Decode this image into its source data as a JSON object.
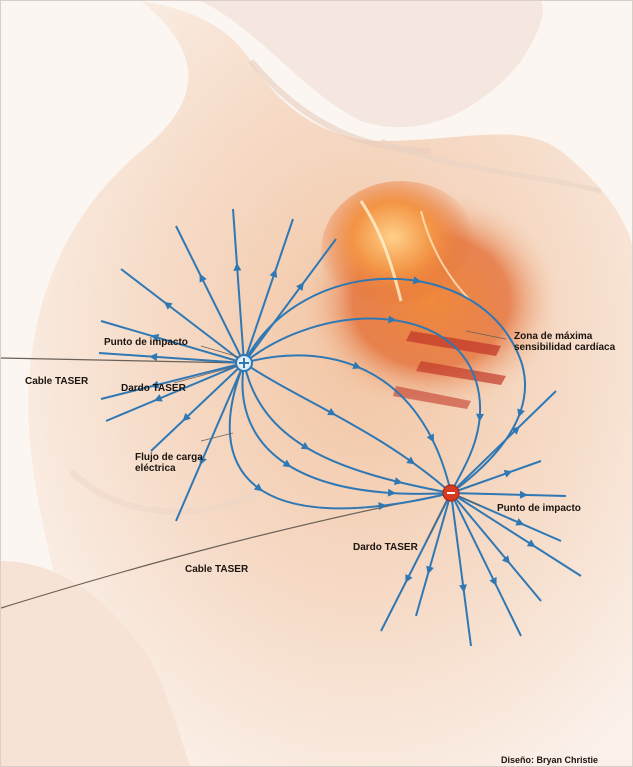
{
  "labels": {
    "impact_point_upper": "Punto de impacto",
    "cable_upper": "Cable TASER",
    "dart_upper": "Dardo TASER",
    "charge_flow": "Flujo de carga eléctrica",
    "max_sensitivity_zone": "Zona de máxima sensibilidad cardíaca",
    "impact_point_lower": "Punto de impacto",
    "dart_lower": "Dardo TASER",
    "cable_lower": "Cable TASER",
    "credit": "Diseño: Bryan Christie"
  },
  "colors": {
    "field_line": "#2f78b4",
    "positive_pole": "#ffffff",
    "negative_pole": "#d63a21",
    "skin": "#f3c9a8",
    "heart": "#e0602c",
    "label_text": "#1b1410"
  },
  "icons": {
    "positive_electrode": "plus-circle-icon",
    "negative_electrode": "minus-circle-icon"
  }
}
